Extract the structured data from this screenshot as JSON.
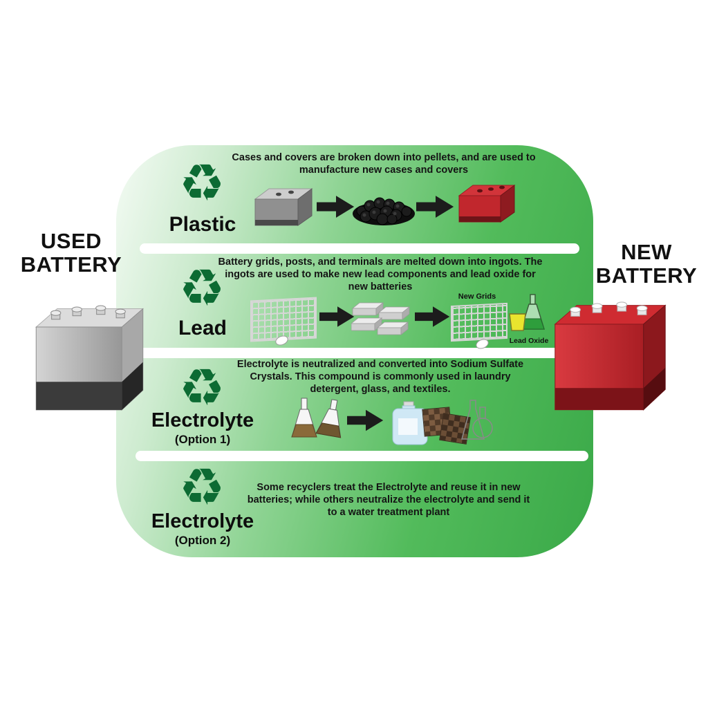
{
  "titles": {
    "used_battery": "USED BATTERY",
    "new_battery": "NEW BATTERY"
  },
  "recycle_glyph": "♻",
  "sections": [
    {
      "label": "Plastic",
      "desc": "Cases and covers are broken down into pellets, and are used to manufacture new cases and covers"
    },
    {
      "label": "Lead",
      "desc": "Battery grids, posts, and terminals are melted down into ingots. The ingots are used to make new lead components and lead oxide for new batteries",
      "new_grids_label": "New Grids",
      "lead_oxide_label": "Lead Oxide"
    },
    {
      "label": "Electrolyte",
      "sublabel": "(Option 1)",
      "desc": "Electrolyte is neutralized and converted into Sodium Sulfate Crystals. This compound is commonly used in laundry detergent, glass, and textiles."
    },
    {
      "label": "Electrolyte",
      "sublabel": "(Option 2)",
      "desc": "Some recyclers treat the Electrolyte and reuse it in new batteries; while others neutralize the electrolyte and send it to a water treatment plant"
    }
  ],
  "colors": {
    "recycle_green_dark": "#0c6b33",
    "flow_green": "#3fae49",
    "battery_red": "#c1272d",
    "text": "#1a1a1a"
  }
}
